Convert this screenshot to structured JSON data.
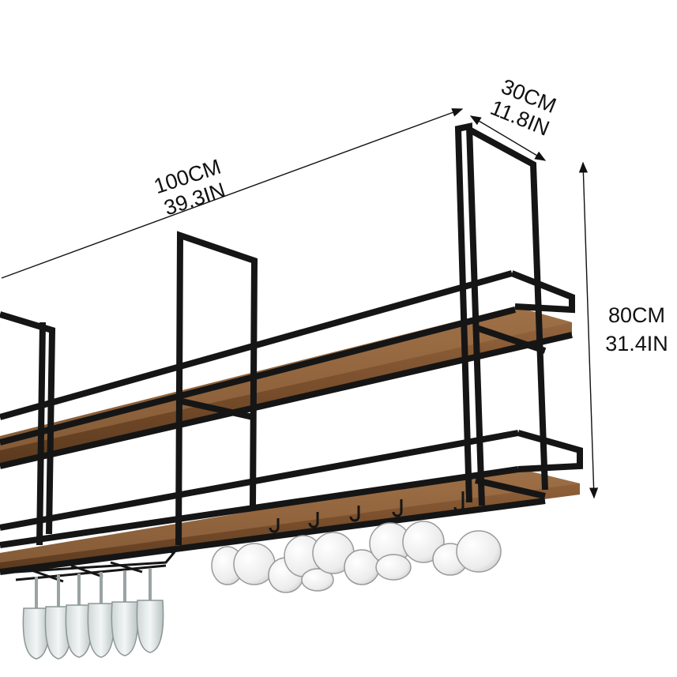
{
  "dimensions": {
    "length": {
      "metric": "100CM",
      "imperial": "39.3IN"
    },
    "depth": {
      "metric": "30CM",
      "imperial": "11.8IN"
    },
    "height": {
      "metric": "80CM",
      "imperial": "31.4IN"
    }
  },
  "product": {
    "kind": "ceiling-mounted two-tier shelf rack",
    "frame_color": "#151515",
    "wood_color": "#7a4f2c",
    "wood_highlight": "#9a6a42"
  }
}
